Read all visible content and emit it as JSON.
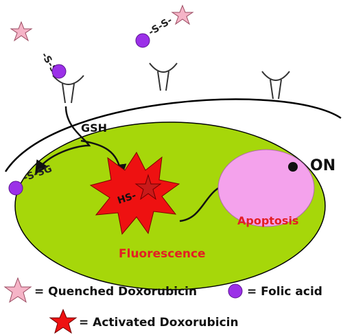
{
  "colors": {
    "cell_fill": "#a6d70a",
    "nucleus_fill": "#f4a2ec",
    "folic_acid": "#9b30e8",
    "quenched_star": "#f5b4c7",
    "activated_star": "#ee1111",
    "accent_text": "#e31e24"
  },
  "diagram": {
    "linker_top_left": "-S-S-",
    "linker_top_right": "-S-S-",
    "gsh_label": "GSH",
    "product_label": "-S-SG",
    "thiol_label": "HS-",
    "fluorescence_label": "Fluorescence",
    "apoptosis_label": "Apoptosis",
    "status_label": "ON"
  },
  "legend": {
    "quenched": "= Quenched Doxorubicin",
    "folic": "= Folic acid",
    "activated": "= Activated Doxorubicin"
  }
}
